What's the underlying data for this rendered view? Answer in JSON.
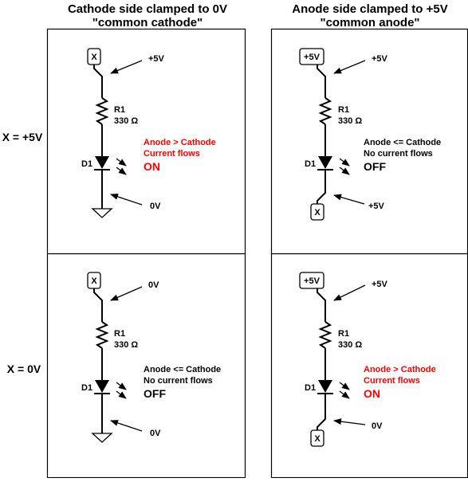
{
  "columns": {
    "left": {
      "title_line1": "Cathode side clamped to 0V",
      "title_line2": "\"common cathode\""
    },
    "right": {
      "title_line1": "Anode side clamped to +5V",
      "title_line2": "\"common anode\""
    }
  },
  "rows": {
    "top": {
      "label": "X = +5V"
    },
    "bottom": {
      "label": "X = 0V"
    }
  },
  "panels": {
    "top_left": {
      "top_node": "X",
      "top_arrow_label": "+5V",
      "resistor_name": "R1",
      "resistor_value": "330 Ω",
      "diode_name": "D1",
      "status_line1": "Anode > Cathode",
      "status_line2": "Current flows",
      "state": "ON",
      "bottom_arrow_label": "0V"
    },
    "top_right": {
      "top_node": "+5V",
      "top_arrow_label": "+5V",
      "resistor_name": "R1",
      "resistor_value": "330 Ω",
      "diode_name": "D1",
      "status_line1": "Anode <= Cathode",
      "status_line2": "No current flows",
      "state": "OFF",
      "bottom_node": "X",
      "bottom_arrow_label": "+5V"
    },
    "bottom_left": {
      "top_node": "X",
      "top_arrow_label": "0V",
      "resistor_name": "R1",
      "resistor_value": "330 Ω",
      "diode_name": "D1",
      "status_line1": "Anode <= Cathode",
      "status_line2": "No current flows",
      "state": "OFF",
      "bottom_arrow_label": "0V"
    },
    "bottom_right": {
      "top_node": "+5V",
      "top_arrow_label": "+5V",
      "resistor_name": "R1",
      "resistor_value": "330 Ω",
      "diode_name": "D1",
      "status_line1": "Anode > Cathode",
      "status_line2": "Current flows",
      "state": "ON",
      "bottom_node": "X",
      "bottom_arrow_label": "0V"
    }
  },
  "colors": {
    "on": "#ff0000",
    "off": "#000000",
    "line": "#000000"
  }
}
